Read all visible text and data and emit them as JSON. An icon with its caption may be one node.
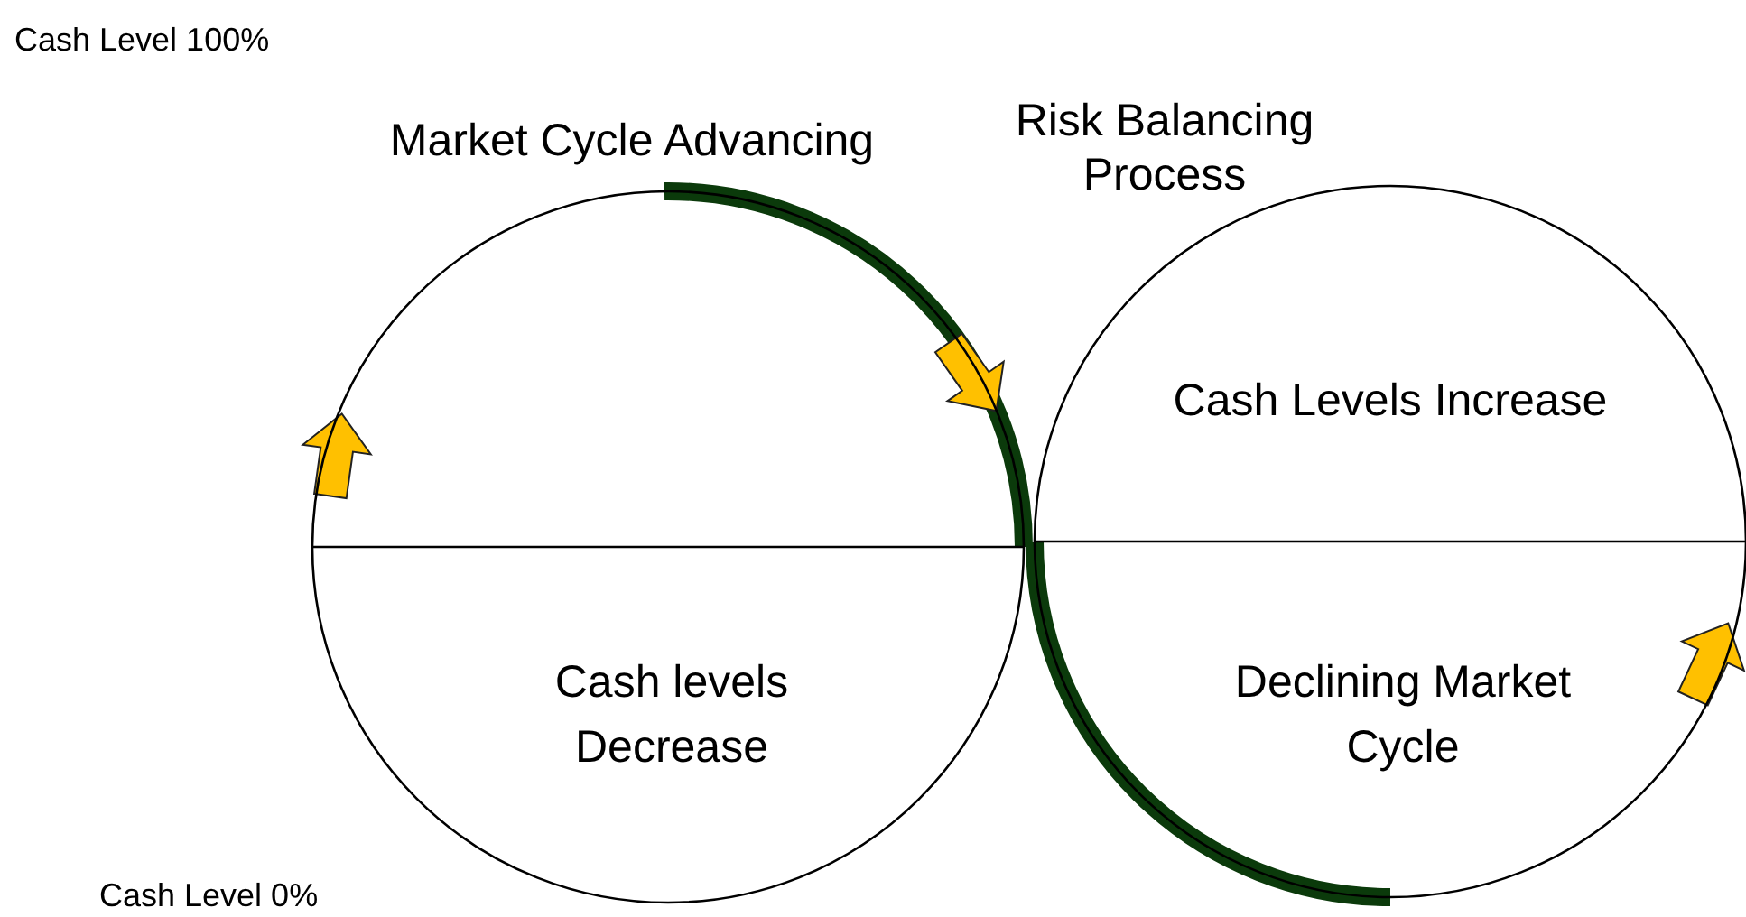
{
  "diagram": {
    "nodes": [
      {
        "text": [
          "Market Cycle Advancing",
          "Cash levels Decrease"
        ]
      },
      {
        "text": [
          "Cash Levels Increase",
          "Declining Market Cycle"
        ]
      }
    ],
    "labels": [
      "Cash Level 100%",
      "Risk Balancing Process",
      "Cash Level 0%"
    ]
  }
}
